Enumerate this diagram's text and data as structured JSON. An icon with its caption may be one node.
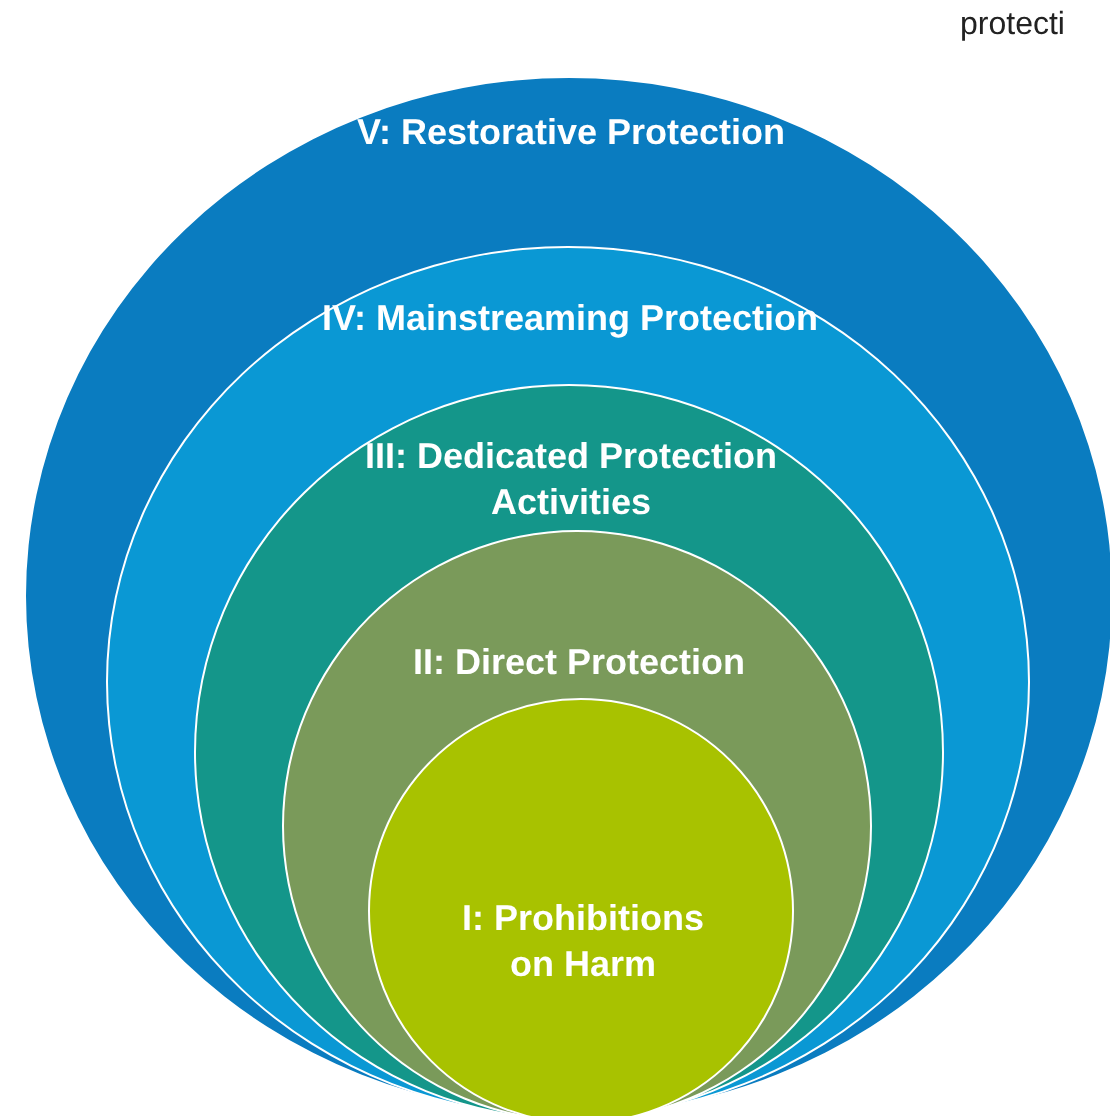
{
  "diagram": {
    "nodes": [
      {
        "text": [
          "V: Restorative Protection"
        ]
      },
      {
        "text": [
          "IV: Mainstreaming Protection"
        ],
        "in": 0
      },
      {
        "text": [
          "III: Dedicated Protection Activities"
        ],
        "in": 1
      },
      {
        "text": [
          "II: Direct Protection"
        ],
        "in": 2
      },
      {
        "text": [
          "I: Prohibitions on Harm"
        ],
        "in": 3
      }
    ],
    "labels": [
      "protecti"
    ]
  }
}
